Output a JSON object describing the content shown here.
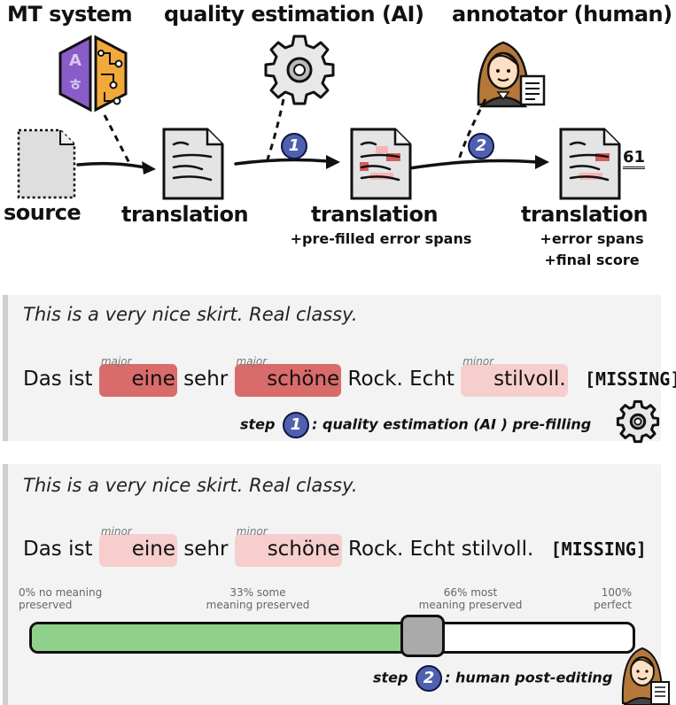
{
  "pipeline": {
    "mt_system": "MT system",
    "quality_estimation": "quality estimation (AI)",
    "annotator": "annotator (human)",
    "source": "source",
    "translation_1": "translation",
    "translation_2": "translation",
    "translation_2_sub": "+pre-filled error spans",
    "translation_3": "translation",
    "translation_3_sub1": "+error spans",
    "translation_3_sub2": "+final score",
    "score": "61",
    "step1_num": "1",
    "step2_num": "2",
    "translate_icon_top": "A",
    "translate_icon_bottom": "ㅎ"
  },
  "panel1": {
    "source_sentence": "This is a very nice skirt. Real classy.",
    "tokens": {
      "das_ist": "Das ist",
      "eine": "eine",
      "eine_sev": "major",
      "sehr": "sehr",
      "schone": "schöne",
      "schone_sev": "major",
      "rock_echt": "Rock. Echt",
      "stilvoll": "stilvoll.",
      "stilvoll_sev": "minor",
      "missing": "[MISSING]"
    },
    "step_prefix": "step",
    "step_num": "1",
    "step_text": ": quality estimation (AI ) pre-filling"
  },
  "panel2": {
    "source_sentence": "This is a very nice skirt. Real classy.",
    "tokens": {
      "das_ist": "Das ist",
      "eine": "eine",
      "eine_sev": "minor",
      "sehr": "sehr",
      "schone": "schöne",
      "schone_sev": "minor",
      "rest": "Rock. Echt stilvoll.",
      "missing": "[MISSING]"
    },
    "slider": {
      "tick0_a": "0% no meaning",
      "tick0_b": "preserved",
      "tick33_a": "33% some",
      "tick33_b": "meaning preserved",
      "tick66_a": "66% most",
      "tick66_b": "meaning preserved",
      "tick100_a": "100%",
      "tick100_b": "perfect",
      "value_percent": 65,
      "fill_color": "#8fd18a"
    },
    "step_prefix": "step",
    "step_num": "2",
    "step_text": ": human post-editing"
  },
  "colors": {
    "major": "#d96b6b",
    "minor": "#f6cece",
    "step_circle": "#5060b0"
  }
}
